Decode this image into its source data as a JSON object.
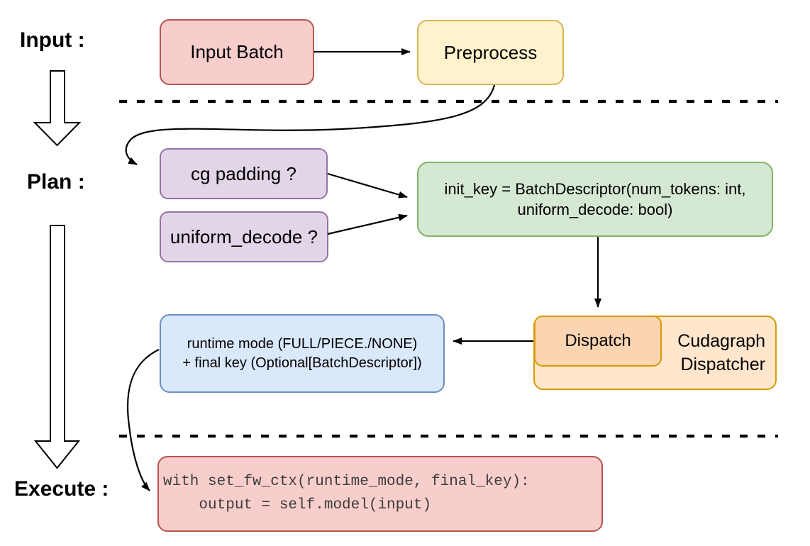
{
  "stage_labels": {
    "input": "Input :",
    "plan": "Plan :",
    "execute": "Execute :"
  },
  "nodes": {
    "input_batch": {
      "label": "Input Batch",
      "fill": "#f8cecc",
      "stroke": "#b85450"
    },
    "preprocess": {
      "label": "Preprocess",
      "fill": "#fff2cc",
      "stroke": "#d6b656"
    },
    "cg_padding": {
      "label": "cg padding ?",
      "fill": "#e1d5e7",
      "stroke": "#9673a6"
    },
    "uniform_decode": {
      "label": "uniform_decode ?",
      "fill": "#e1d5e7",
      "stroke": "#9673a6"
    },
    "init_key": {
      "line1": "init_key = BatchDescriptor(num_tokens: int,",
      "line2": "uniform_decode: bool)",
      "fill": "#d5e8d4",
      "stroke": "#82b366"
    },
    "runtime_mode": {
      "line1": "runtime mode (FULL/PIECE./NONE)",
      "line2": "+ final key (Optional[BatchDescriptor])",
      "fill": "#dae8fc",
      "stroke": "#6c8ebf"
    },
    "dispatch": {
      "label": "Dispatch",
      "fill": "#fbd5b2",
      "stroke": "#d79b00"
    },
    "cudagraph_dispatcher": {
      "line1": "Cudagraph",
      "line2": "Dispatcher",
      "fill": "#ffe6cc",
      "stroke": "#d79b00"
    },
    "execute_code": {
      "line1": "with set_fw_ctx(runtime_mode, final_key):",
      "line2": "    output = self.model(input)",
      "fill": "#f8cecc",
      "stroke": "#b85450",
      "text_color": "#3d3d3d"
    }
  },
  "edge_color": "#000000",
  "dashed_separator_color": "#000000"
}
